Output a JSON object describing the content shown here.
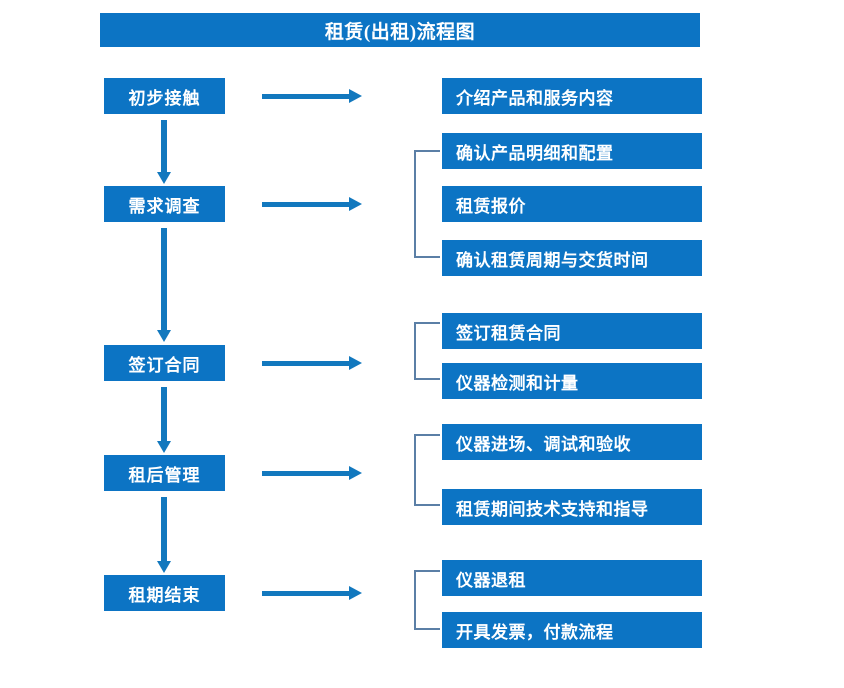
{
  "title": "租赁(出租)流程图",
  "theme": {
    "box_blue": "#0C74C4",
    "arrow_blue": "#1278BE",
    "bracket_blue": "#5B7FA6",
    "text_color": "#FFFFFF",
    "background": "#FFFFFF"
  },
  "stages": [
    {
      "label": "初步接触"
    },
    {
      "label": "需求调查"
    },
    {
      "label": "签订合同"
    },
    {
      "label": "租后管理"
    },
    {
      "label": "租期结束"
    }
  ],
  "details": [
    {
      "label": "介绍产品和服务内容"
    },
    {
      "label": "确认产品明细和配置"
    },
    {
      "label": "租赁报价"
    },
    {
      "label": "确认租赁周期与交货时间"
    },
    {
      "label": "签订租赁合同"
    },
    {
      "label": "仪器检测和计量"
    },
    {
      "label": "仪器进场、调试和验收"
    },
    {
      "label": "租赁期间技术支持和指导"
    },
    {
      "label": "仪器退租"
    },
    {
      "label": "开具发票，付款流程"
    }
  ],
  "groups": [
    {
      "stage": "需求调查",
      "details": [
        "确认产品明细和配置",
        "租赁报价",
        "确认租赁周期与交货时间"
      ]
    },
    {
      "stage": "签订合同",
      "details": [
        "签订租赁合同",
        "仪器检测和计量"
      ]
    },
    {
      "stage": "租后管理",
      "details": [
        "仪器进场、调试和验收",
        "租赁期间技术支持和指导"
      ]
    },
    {
      "stage": "租期结束",
      "details": [
        "仪器退租",
        "开具发票，付款流程"
      ]
    }
  ],
  "connectors": {
    "horizontal_arrow_count": 5,
    "vertical_arrow_count": 4,
    "bracket_count": 4
  }
}
